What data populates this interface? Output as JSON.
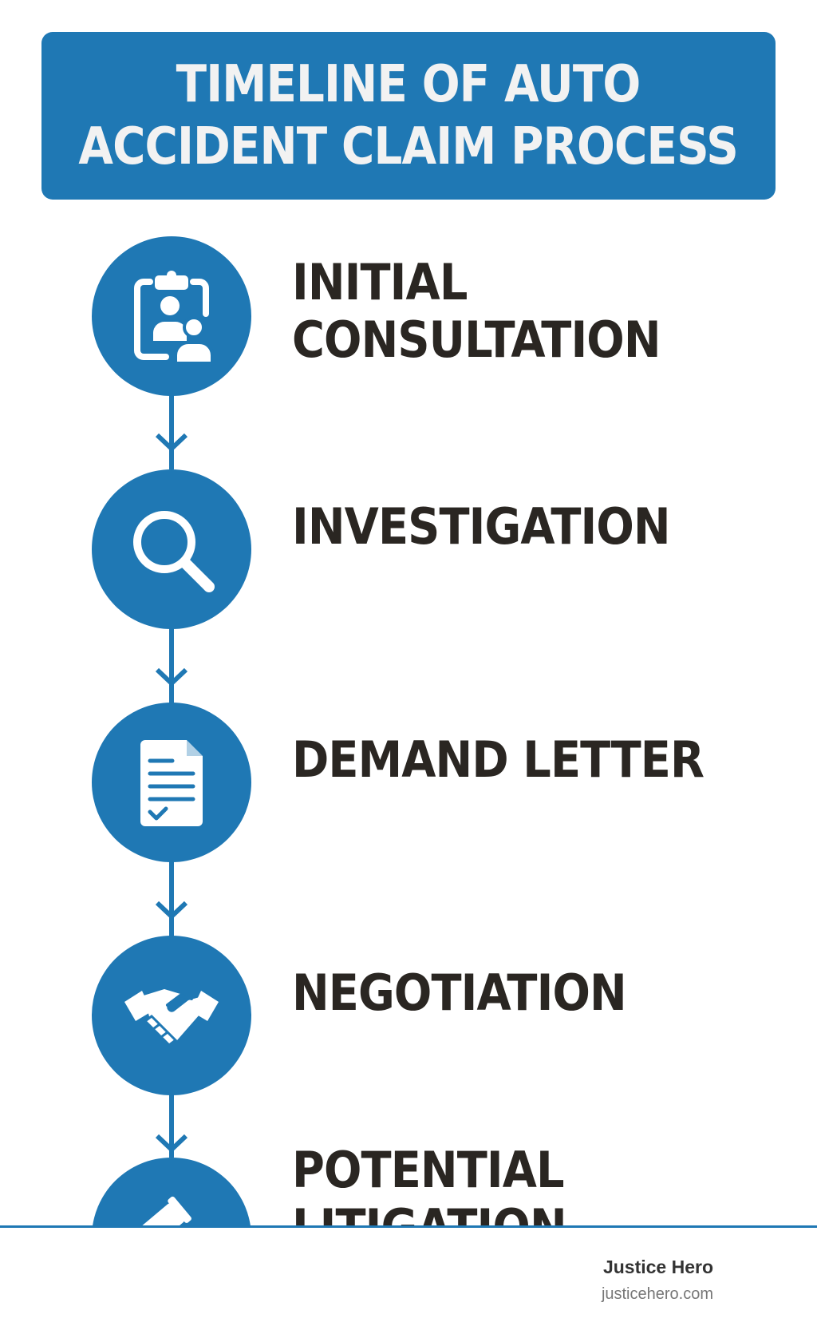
{
  "title": {
    "line1": "TIMELINE OF AUTO",
    "line2": "ACCIDENT CLAIM PROCESS"
  },
  "colors": {
    "accent": "#1f78b4",
    "text_dark": "#2a2622",
    "background": "#ffffff"
  },
  "steps": [
    {
      "label": "INITIAL\nCONSULTATION",
      "icon": "clipboard-people-icon"
    },
    {
      "label": "INVESTIGATION",
      "icon": "magnifying-glass-icon"
    },
    {
      "label": "DEMAND LETTER",
      "icon": "document-checkmark-icon"
    },
    {
      "label": "NEGOTIATION",
      "icon": "handshake-icon"
    },
    {
      "label": "POTENTIAL\nLITIGATION",
      "icon": "gavel-icon"
    }
  ],
  "footer": {
    "brand": "Justice Hero",
    "url": "justicehero.com"
  }
}
